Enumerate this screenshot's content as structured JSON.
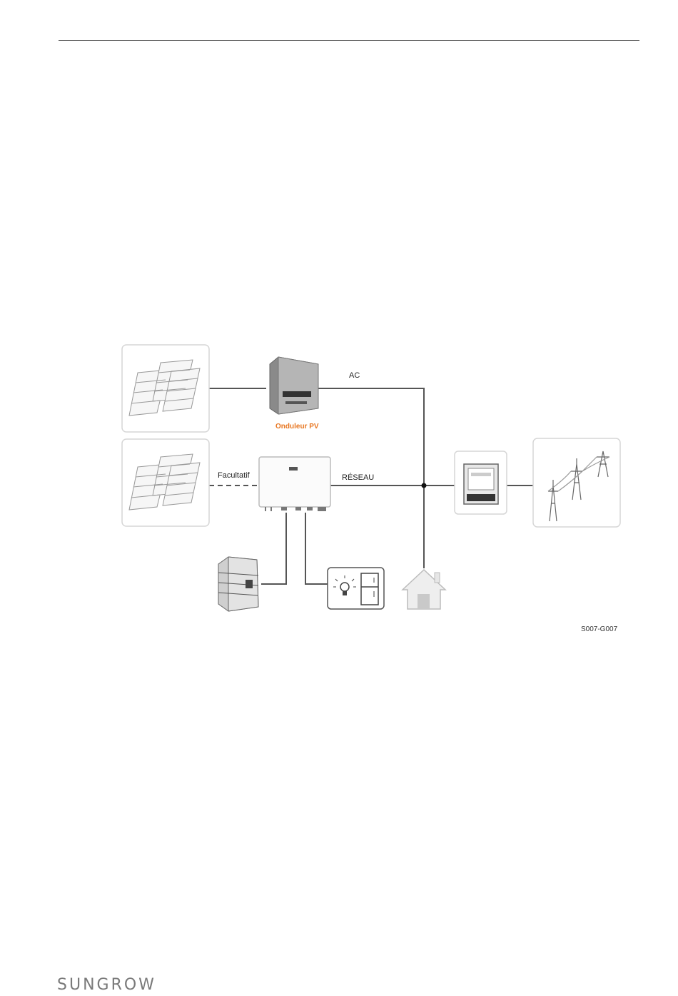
{
  "diagram": {
    "labels": {
      "ac": "AC",
      "pv_inverter": "Onduleur PV",
      "optional": "Facultatif",
      "grid": "RÉSEAU",
      "figure_code": "S007-G007"
    },
    "colors": {
      "accent": "#e87722",
      "line": "#555555",
      "box_border": "#d6d6d6"
    }
  },
  "footer": {
    "brand": "SUNGROW"
  }
}
